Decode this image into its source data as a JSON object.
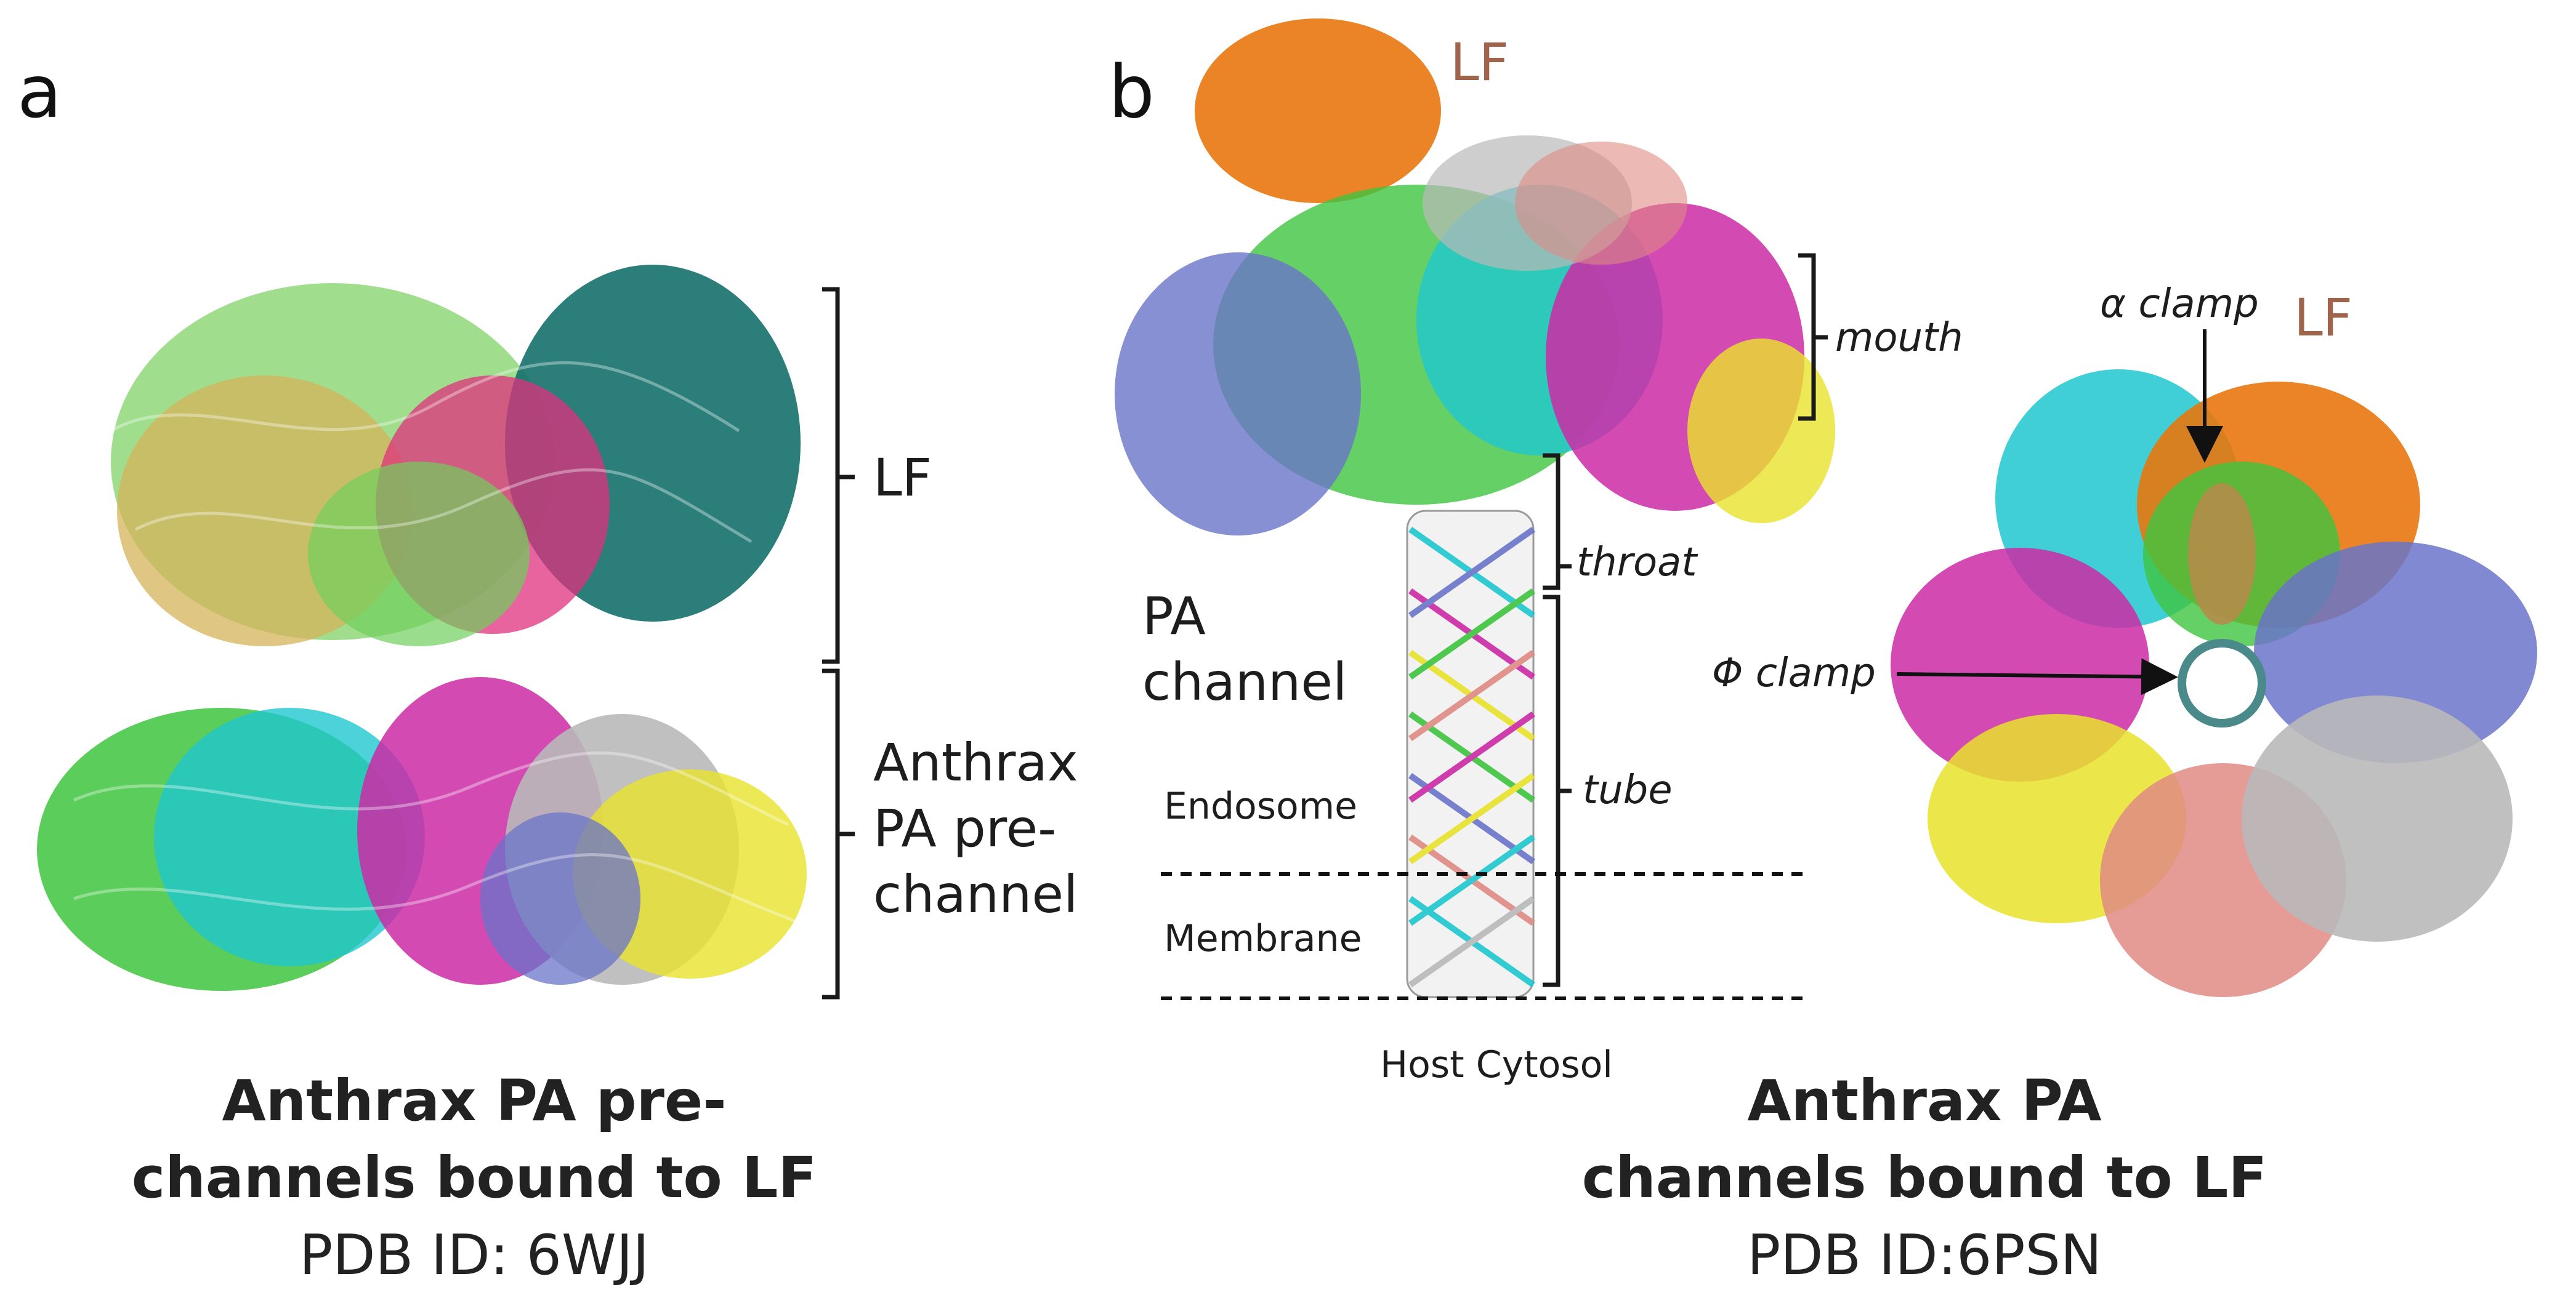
{
  "panel_a": {
    "letter": "a",
    "labels": {
      "lf": "LF",
      "prechannel_line1": "Anthrax",
      "prechannel_line2": "PA pre-",
      "prechannel_line3": "channel"
    },
    "caption": {
      "line1": "Anthrax PA pre-",
      "line2": "channels bound to LF",
      "pdb": "PDB ID: 6WJJ"
    }
  },
  "panel_b": {
    "letter": "b",
    "labels": {
      "lf_top": "LF",
      "mouth": "mouth",
      "throat": "throat",
      "tube": "tube",
      "pa_channel_line1": "PA",
      "pa_channel_line2": "channel",
      "endosome": "Endosome",
      "membrane": "Membrane",
      "host_cytosol": "Host Cytosol",
      "alpha_clamp": "α clamp",
      "lf_right": "LF",
      "phi_clamp": "Φ clamp"
    },
    "caption": {
      "line1": "Anthrax PA",
      "line2": "channels bound to LF",
      "pdb": "PDB ID:6PSN"
    }
  },
  "colors": {
    "lf_label": "#a0644a",
    "lf_orange": "#e8770e",
    "green": "#3ec43e",
    "light_green": "#8fd87a",
    "cyan": "#1fc7cf",
    "magenta": "#cc2aa6",
    "slate_blue": "#6a74c9",
    "yellow": "#e8e22a",
    "grey": "#b9b9b9",
    "salmon": "#e08a84",
    "teal": "#14706c",
    "tan": "#d6b35a",
    "pink": "#e0307d"
  }
}
